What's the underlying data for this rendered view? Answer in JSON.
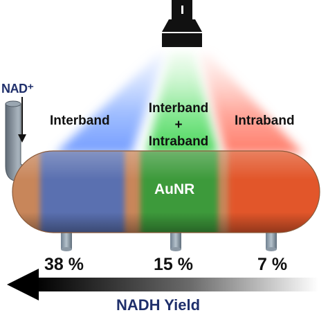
{
  "labels": {
    "nad": "NAD⁺",
    "beam_left": "Interband",
    "beam_center_line1": "Interband",
    "beam_center_line2": "+",
    "beam_center_line3": "Intraband",
    "beam_right": "Intraband",
    "particle": "AuNR",
    "yield_left": "38 %",
    "yield_center": "15 %",
    "yield_right": "7 %",
    "arrow_caption": "NADH Yield"
  },
  "colors": {
    "beam_left": "#7fa7ff",
    "beam_center": "#5fe06f",
    "beam_right": "#ff8a7a",
    "rod_body": "#c8865a",
    "zone_left": "#5a6fb0",
    "zone_center": "#3e9a3a",
    "zone_right": "#e2562a",
    "text_dark": "#111111",
    "text_navy": "#1f2f6b"
  },
  "icons": {
    "lamp": "flashlight-icon"
  }
}
